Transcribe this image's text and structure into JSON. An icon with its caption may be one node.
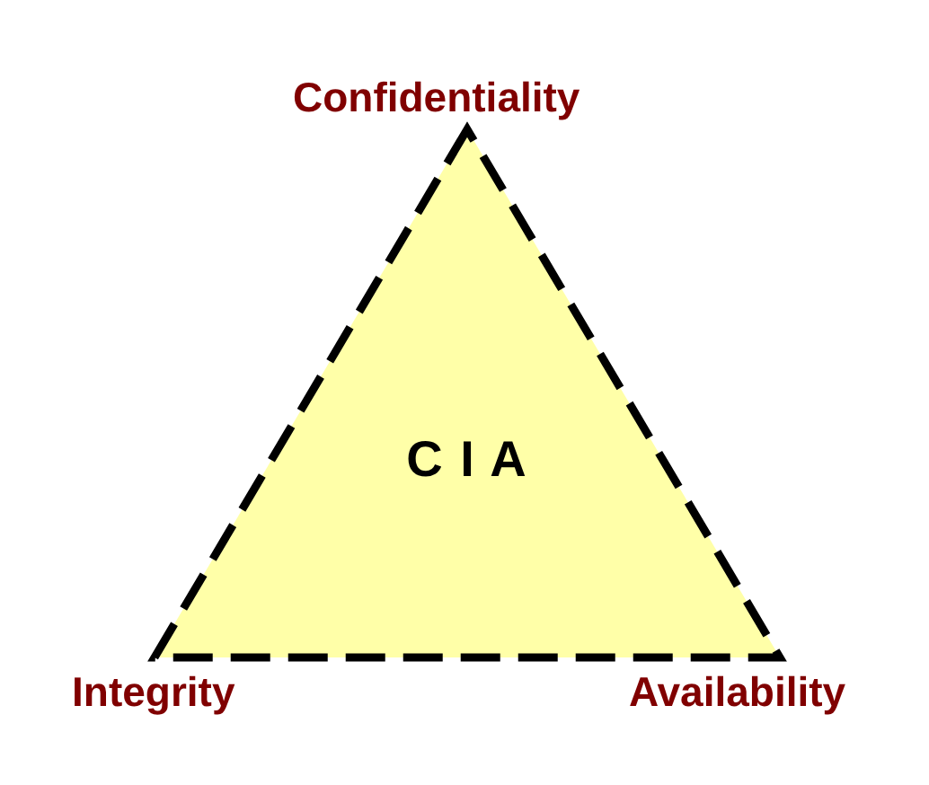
{
  "diagram": {
    "nodes": [
      {
        "text": [
          "C I A"
        ],
        "beside": [
          "Confidentiality",
          "Integrity",
          "Availability"
        ]
      }
    ]
  }
}
